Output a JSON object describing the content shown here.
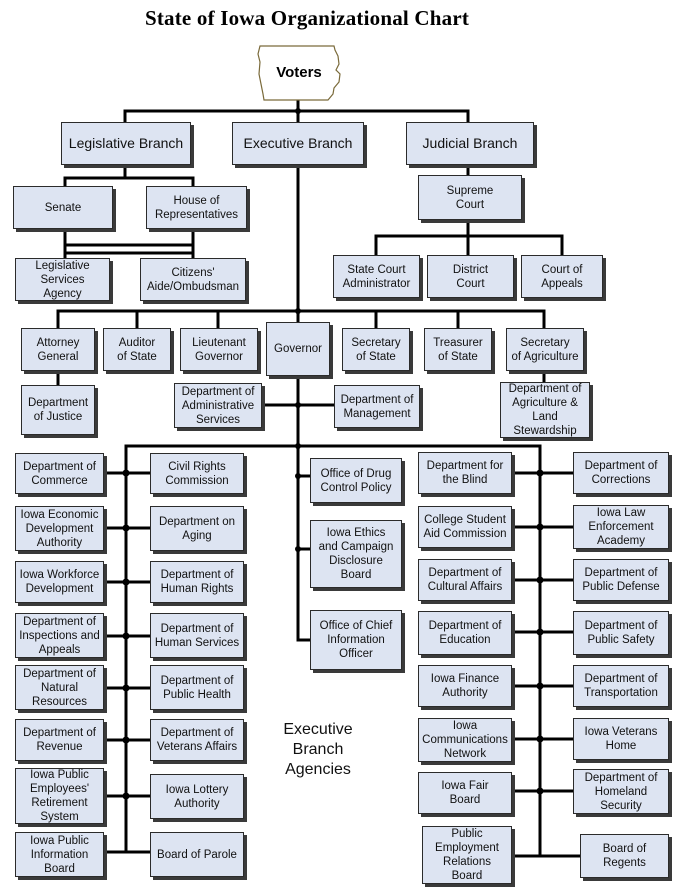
{
  "title": "State of Iowa Organizational Chart",
  "voters": "Voters",
  "branches": {
    "legislative": "Legislative Branch",
    "executive": "Executive Branch",
    "judicial": "Judicial Branch"
  },
  "legislative": {
    "senate": "Senate",
    "house": "House of\nRepresentatives",
    "services_agency": "Legislative\nServices\nAgency",
    "ombudsman": "Citizens'\nAide/Ombudsman"
  },
  "judicial": {
    "supreme_court": "Supreme\nCourt",
    "state_court_admin": "State Court\nAdministrator",
    "district_court": "District\nCourt",
    "court_of_appeals": "Court of\nAppeals"
  },
  "executive": {
    "attorney_general": "Attorney\nGeneral",
    "auditor": "Auditor\nof State",
    "lt_governor": "Lieutenant\nGovernor",
    "governor": "Governor",
    "secretary_state": "Secretary\nof State",
    "treasurer": "Treasurer\nof State",
    "secretary_agriculture": "Secretary\nof Agriculture",
    "dept_justice": "Department\nof Justice",
    "dept_admin_services": "Department of\nAdministrative\nServices",
    "dept_management": "Department of\nManagement",
    "dept_agriculture": "Department of\nAgriculture &\nLand\nStewardship"
  },
  "agencies_label": "Executive\nBranch\nAgencies",
  "agencies": {
    "left_outer": [
      "Department of\nCommerce",
      "Iowa Economic\nDevelopment\nAuthority",
      "Iowa Workforce\nDevelopment",
      "Department of\nInspections and\nAppeals",
      "Department of\nNatural\nResources",
      "Department of\nRevenue",
      "Iowa Public\nEmployees'\nRetirement\nSystem",
      "Iowa Public\nInformation\nBoard"
    ],
    "left_inner": [
      "Civil Rights\nCommission",
      "Department on\nAging",
      "Department of\nHuman Rights",
      "Department of\nHuman Services",
      "Department of\nPublic Health",
      "Department of\nVeterans Affairs",
      "Iowa Lottery\nAuthority",
      "Board of Parole"
    ],
    "center": [
      "Office of Drug\nControl Policy",
      "Iowa Ethics\nand Campaign\nDisclosure\nBoard",
      "Office of Chief\nInformation\nOfficer"
    ],
    "right_inner": [
      "Department for\nthe Blind",
      "College Student\nAid Commission",
      "Department of\nCultural Affairs",
      "Department of\nEducation",
      "Iowa Finance\nAuthority",
      "Iowa\nCommunications\nNetwork",
      "Iowa Fair\nBoard",
      "Public\nEmployment\nRelations\nBoard"
    ],
    "right_outer": [
      "Department of\nCorrections",
      "Iowa Law\nEnforcement\nAcademy",
      "Department of\nPublic Defense",
      "Department of\nPublic Safety",
      "Department of\nTransportation",
      "Iowa Veterans\nHome",
      "Department of\nHomeland\nSecurity",
      "Board of\nRegents"
    ]
  }
}
